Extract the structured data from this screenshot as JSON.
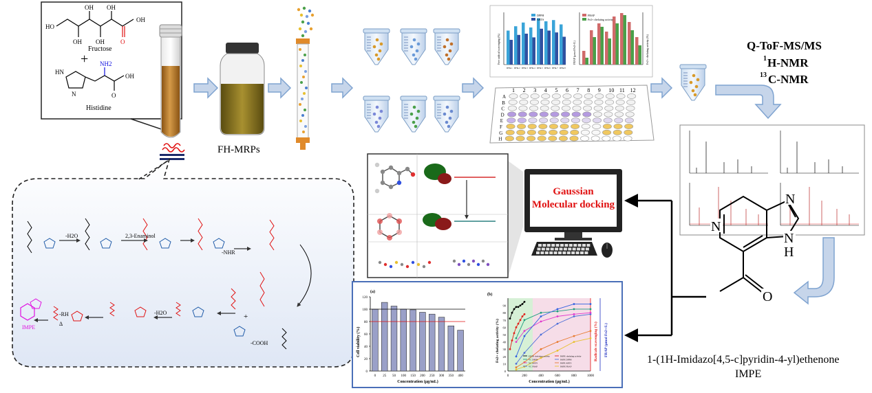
{
  "reactants": {
    "fructose_label": "Fructose",
    "histidine_label": "Histidine",
    "plus": "+",
    "oh": "OH",
    "ho": "HO",
    "nh2": "NH2",
    "nh": "HN",
    "n": "N",
    "o": "O"
  },
  "product_label": "FH-MRPs",
  "analysis": {
    "line1": "Q-ToF-MS/MS",
    "line2_sup": "1",
    "line2": "H-NMR",
    "line3_sup": "13",
    "line3": "C-NMR"
  },
  "computer": {
    "line1": "Gaussian",
    "line2": "Molecular docking"
  },
  "final_compound": {
    "name": "1-(1H-Imidazo[4,5-c]pyridin-4-yl)ethenone",
    "abbr": "IMPE",
    "n1": "N",
    "n2": "N",
    "nh": "N",
    "h": "H",
    "o": "O"
  },
  "plate": {
    "columns": [
      "1",
      "2",
      "3",
      "4",
      "5",
      "6",
      "7",
      "8",
      "9",
      "10",
      "11",
      "12"
    ],
    "rows": [
      "A",
      "B",
      "C",
      "D",
      "E",
      "F",
      "G",
      "H"
    ]
  },
  "mechanism": {
    "step1": "-H2O",
    "step2": "2,3-Enaminol",
    "step3": "-NHR",
    "step4": "-H2O",
    "step5": "-RH",
    "cooh": "-COOH",
    "impe": "IMPE",
    "delta": "Δ",
    "plus": "+"
  },
  "bar_chart_top": {
    "legend": [
      "DPPH",
      "ABTS"
    ],
    "ylabel": "Free radical scavenging (%)",
    "categories": [
      "DF&-1",
      "DF&-2",
      "DF&-3",
      "DF&-4",
      "DF&-5",
      "DF&-6",
      "DF&-7",
      "DF&-8"
    ]
  },
  "bar_chart_top2": {
    "legend": [
      "FRAP",
      "Fe2+ chelating activity"
    ],
    "ylabel": "FRAP (µmol Fe2+/L)",
    "ylabel2": "Fe2+ chelating activity (%)"
  },
  "chart_data": [
    {
      "type": "bar",
      "panel": "(a)",
      "ylabel": "Cell viability (%)",
      "xlabel": "Concentration (μg/mL)",
      "categories": [
        "0",
        "25",
        "50",
        "100",
        "150",
        "200",
        "250",
        "300",
        "350",
        "400"
      ],
      "values": [
        100,
        111,
        105,
        100,
        99,
        95,
        92,
        87,
        73,
        66
      ],
      "ylim": [
        0,
        120
      ],
      "yticks": [
        "0",
        "20",
        "40",
        "60",
        "80",
        "100",
        "120"
      ],
      "reference_lines": [
        100,
        80
      ]
    },
    {
      "type": "line",
      "panel": "(b)",
      "ylabel": "Fe2+ chelating activity (%)",
      "ylabel2": "Radicals scavenging (%)",
      "ylabel3": "FRAP (µmol Fe2+/L)",
      "xlabel": "Concentration (μg/mL)",
      "xticks": [
        "0",
        "200",
        "400",
        "600",
        "800",
        "1000"
      ],
      "yticks": [
        "0",
        "10",
        "20",
        "30",
        "40",
        "50",
        "60",
        "70",
        "80",
        "90"
      ],
      "series": [
        {
          "name": "EDTA chelating activity",
          "color": "#000000",
          "x": [
            25,
            50,
            75,
            100,
            125,
            150,
            175,
            200
          ],
          "y": [
            72,
            80,
            85,
            88,
            88,
            90,
            92,
            95
          ]
        },
        {
          "name": "IMPE chelating activity",
          "color": "#e0201a",
          "x": [
            25,
            50,
            75,
            100,
            125,
            150,
            175,
            200
          ],
          "y": [
            30,
            42,
            52,
            60,
            65,
            70,
            75,
            78
          ]
        },
        {
          "name": "VC DPPH",
          "color": "#1f9f7f",
          "x": [
            100,
            200,
            400,
            600,
            800,
            1000
          ],
          "y": [
            45,
            70,
            80,
            82,
            85,
            85
          ]
        },
        {
          "name": "IMPE DPPH",
          "color": "#4f6fd8",
          "x": [
            100,
            200,
            400,
            600,
            800,
            1000
          ],
          "y": [
            10,
            25,
            50,
            65,
            75,
            78
          ]
        },
        {
          "name": "VC ABTS",
          "color": "#e03acc",
          "x": [
            100,
            200,
            400,
            600,
            800,
            1000
          ],
          "y": [
            40,
            55,
            68,
            75,
            78,
            80
          ]
        },
        {
          "name": "IMPE ABTS",
          "color": "#e87a30",
          "x": [
            100,
            200,
            400,
            600,
            800,
            1000
          ],
          "y": [
            5,
            12,
            30,
            40,
            48,
            55
          ]
        },
        {
          "name": "VC FRAP",
          "color": "#3060e0",
          "x": [
            100,
            200,
            400,
            600,
            800,
            1000
          ],
          "y": [
            20,
            48,
            75,
            85,
            92,
            92
          ]
        },
        {
          "name": "IMPE FRAP",
          "color": "#e8c030",
          "x": [
            100,
            200,
            400,
            600,
            800,
            1000
          ],
          "y": [
            2,
            6,
            18,
            28,
            40,
            45
          ]
        }
      ]
    }
  ],
  "colors": {
    "arrow": "#7fa3d0",
    "tube_liquid": "#b87a2a",
    "jar_liquid": "#7a6a18",
    "panel_bg": "#eef2fa",
    "frame_blue": "#4a6fb8",
    "red_text": "#e01010"
  }
}
